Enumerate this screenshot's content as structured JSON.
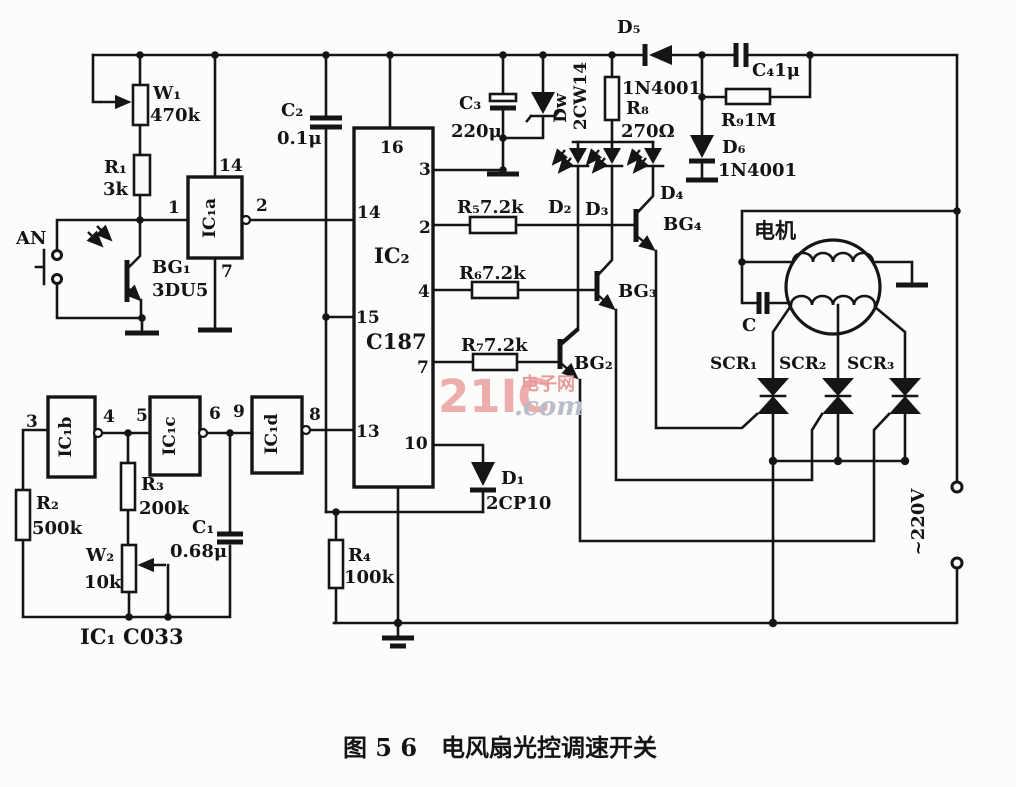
{
  "caption": "图 5 6　电风扇光控调速开关",
  "watermark": {
    "big": "21IC",
    "cn": "电子网",
    "com": ".com"
  },
  "labels": {
    "an": "AN",
    "w1": "W₁",
    "w1_val": "470k",
    "r1": "R₁",
    "r1_val": "3k",
    "bg1": "BG₁",
    "bg1_val": "3DU5",
    "ic1a": "IC₁a",
    "ic1b": "IC₁b",
    "ic1c": "IC₁c",
    "ic1d": "IC₁d",
    "ic1_model": "IC₁ C033",
    "c2": "C₂",
    "c2_val": "0.1μ",
    "ic2": "IC₂",
    "ic2_model": "C187",
    "c3": "C₃",
    "c3_val": "220μ",
    "dw": "Dw",
    "dw_val": "2CW14",
    "d5": "D₅",
    "d5_val": "1N4001",
    "r8": "R₈",
    "r8_val": "270Ω",
    "c4": "C₄1μ",
    "r9": "R₉1M",
    "d6": "D₆",
    "d6_val": "1N4001",
    "d1": "D₁",
    "d1_val": "2CP10",
    "d2": "D₂",
    "d3": "D₃",
    "d4": "D₄",
    "bg2": "BG₂",
    "bg3": "BG₃",
    "bg4": "BG₄",
    "r5": "R₅7.2k",
    "r6": "R₆7.2k",
    "r7": "R₇7.2k",
    "r2": "R₂",
    "r2_val": "500k",
    "r3": "R₃",
    "r3_val": "200k",
    "w2": "W₂",
    "w2_val": "10k",
    "c1": "C₁",
    "c1_val": "0.68μ",
    "r4": "R₄",
    "r4_val": "100k",
    "motor": "电机",
    "motor_cap": "C",
    "scr1": "SCR₁",
    "scr2": "SCR₂",
    "scr3": "SCR₃",
    "ac": "~220V"
  },
  "pins": {
    "ic1a": [
      "14",
      "1",
      "2",
      "7"
    ],
    "ic2": [
      "16",
      "3",
      "14",
      "2",
      "15",
      "4",
      "7",
      "13",
      "10"
    ],
    "osc": [
      "3",
      "4",
      "5",
      "6",
      "9",
      "8"
    ]
  }
}
